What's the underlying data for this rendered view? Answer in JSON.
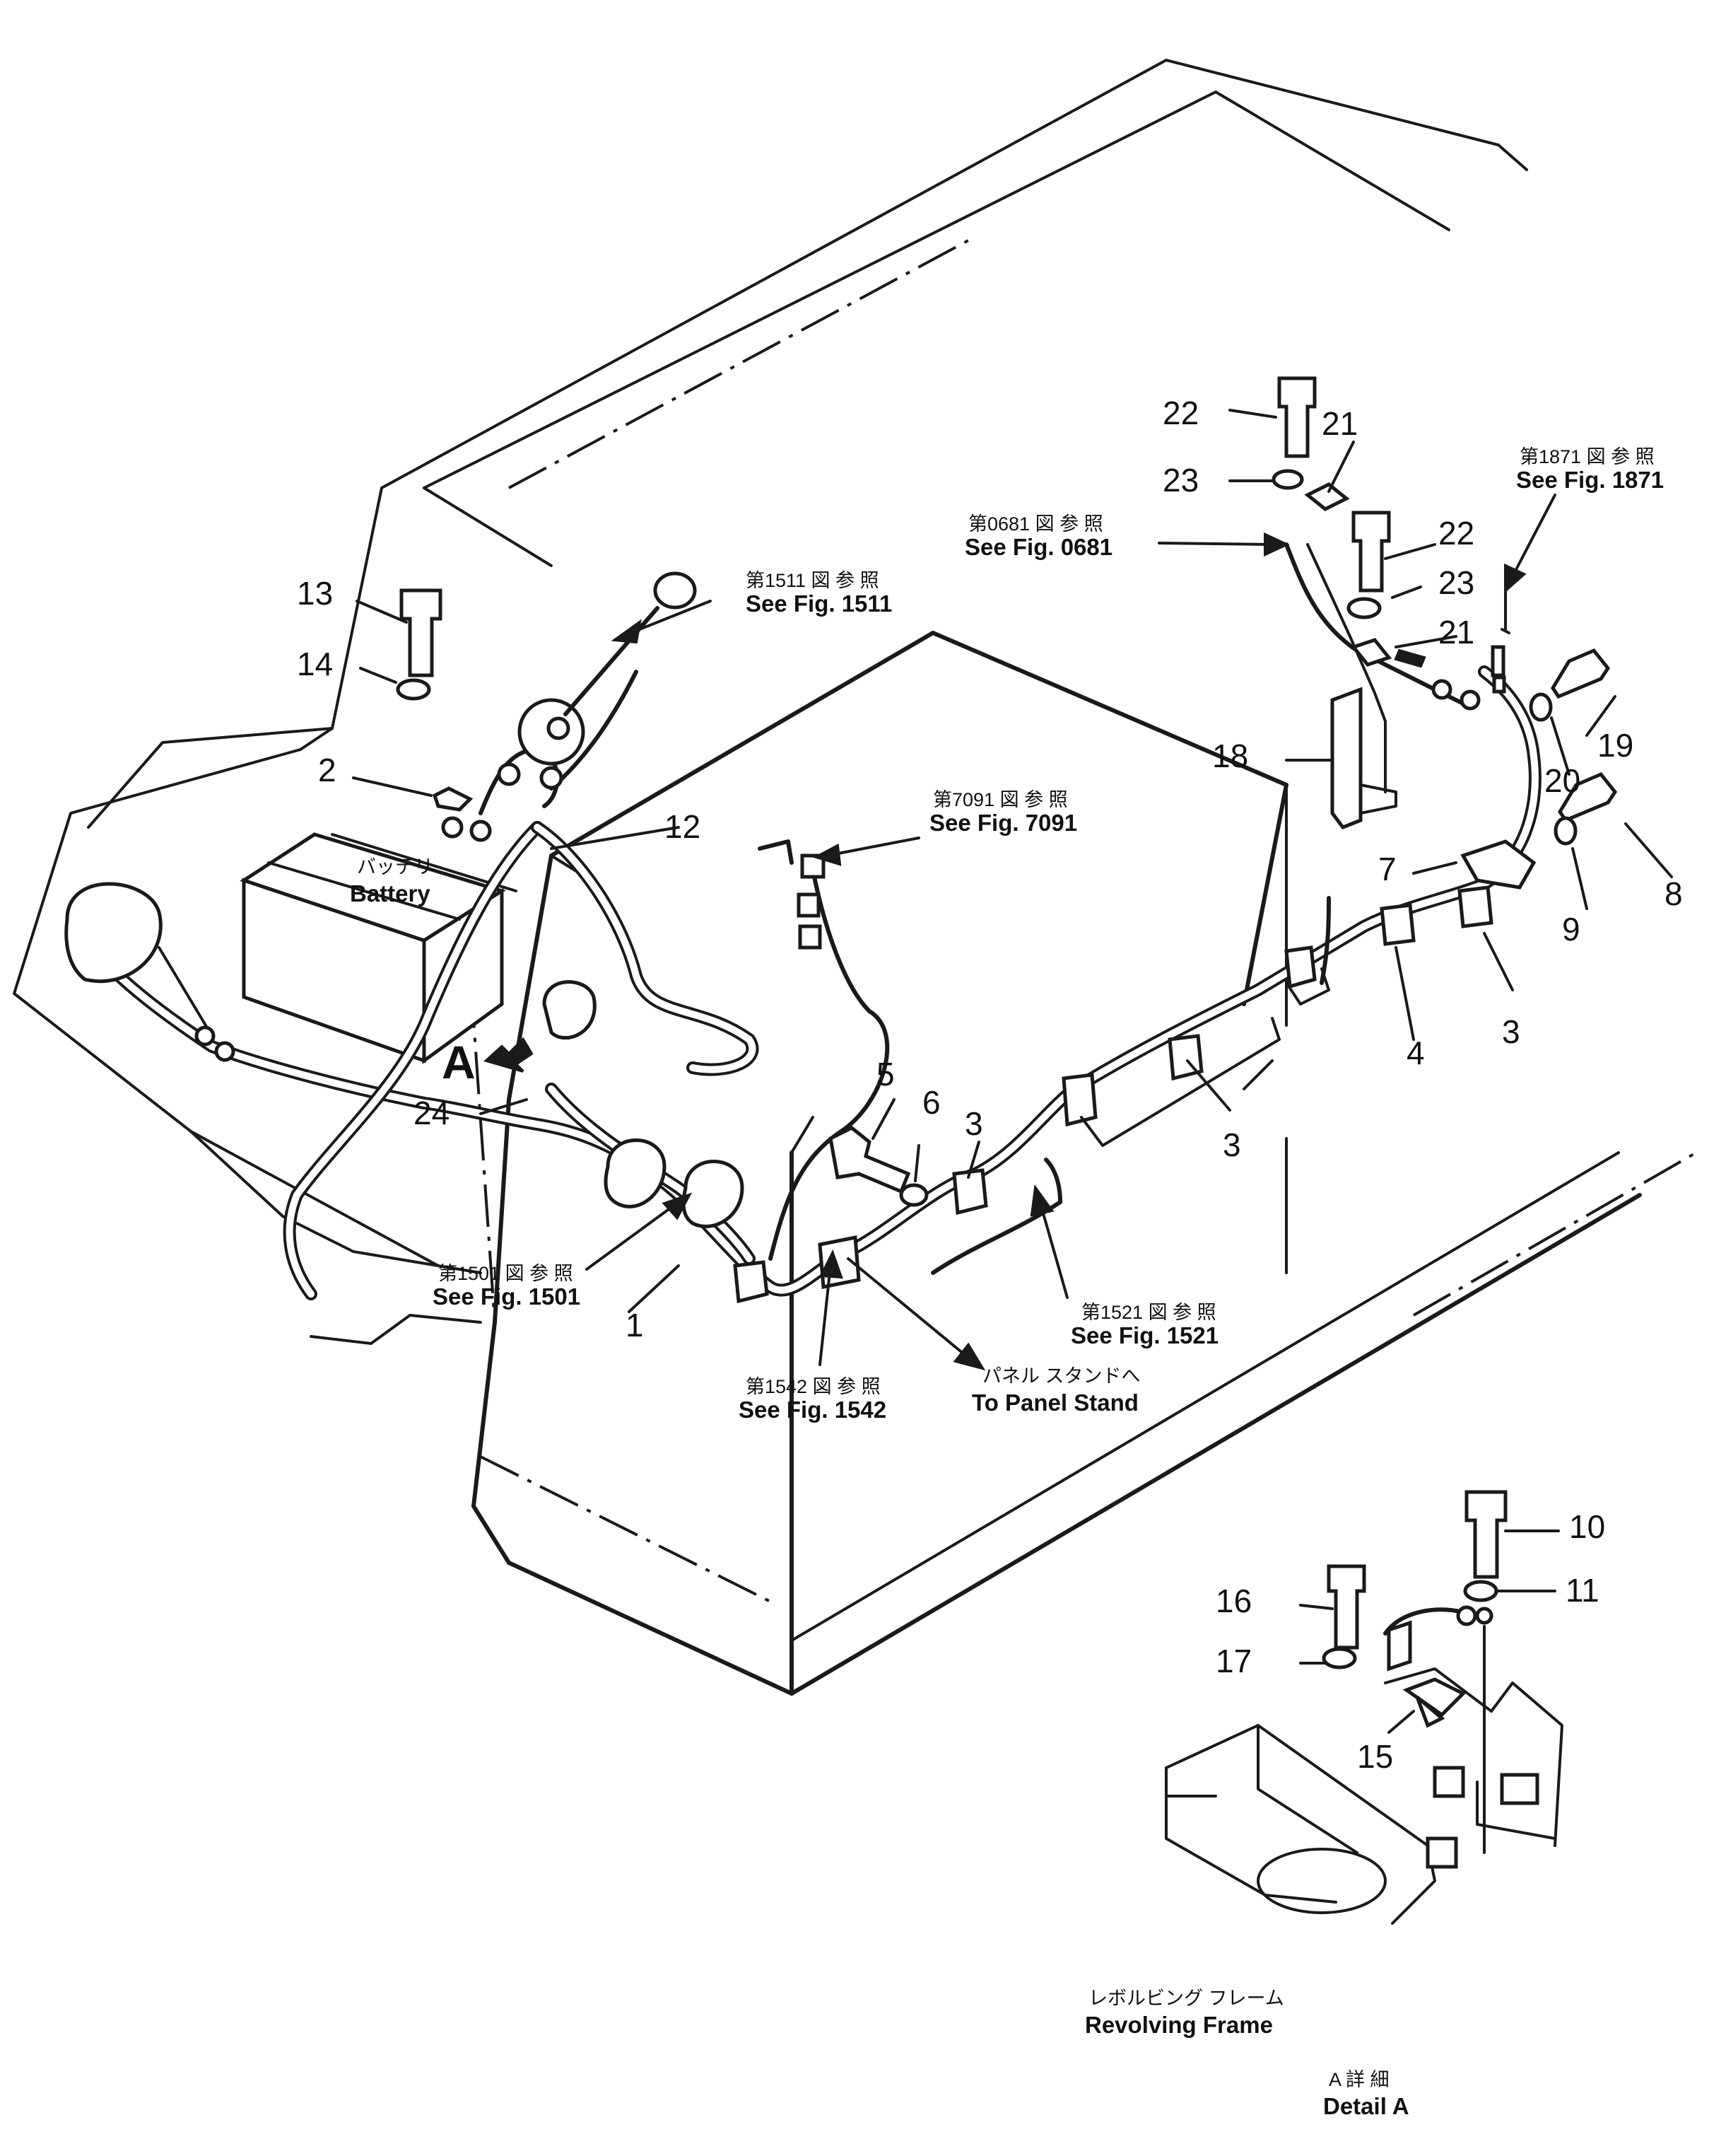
{
  "callouts": {
    "n1": "1",
    "n2": "2",
    "n3a": "3",
    "n3b": "3",
    "n3c": "3",
    "n4": "4",
    "n5": "5",
    "n6": "6",
    "n7": "7",
    "n8": "8",
    "n9": "9",
    "n10": "10",
    "n11": "11",
    "n12": "12",
    "n13": "13",
    "n14": "14",
    "n15": "15",
    "n16": "16",
    "n17": "17",
    "n18": "18",
    "n19": "19",
    "n20": "20",
    "n21a": "21",
    "n21b": "21",
    "n22a": "22",
    "n22b": "22",
    "n23a": "23",
    "n23b": "23",
    "n24": "24"
  },
  "references": {
    "fig1511": {
      "jp": "第1511 図 参 照",
      "en": "See Fig. 1511"
    },
    "fig0681": {
      "jp": "第0681 図 参 照",
      "en": "See Fig. 0681"
    },
    "fig1871": {
      "jp": "第1871 図 参 照",
      "en": "See Fig. 1871"
    },
    "fig7091": {
      "jp": "第7091 図 参 照",
      "en": "See Fig. 7091"
    },
    "fig1501": {
      "jp": "第1501 図 参 照",
      "en": "See Fig. 1501"
    },
    "fig1521": {
      "jp": "第1521 図 参 照",
      "en": "See Fig. 1521"
    },
    "fig1542": {
      "jp": "第1542 図 参 照",
      "en": "See Fig. 1542"
    }
  },
  "labels": {
    "battery": {
      "jp": "バッテリ",
      "en": "Battery"
    },
    "panel_stand": {
      "jp": "パネル スタンドへ",
      "en": "To Panel Stand"
    },
    "revolving_frame": {
      "jp": "レボルビング フレーム",
      "en": "Revolving Frame"
    },
    "detail_a": {
      "jp": "A 詳 細",
      "en": "Detail A"
    },
    "view_marker": "A"
  }
}
